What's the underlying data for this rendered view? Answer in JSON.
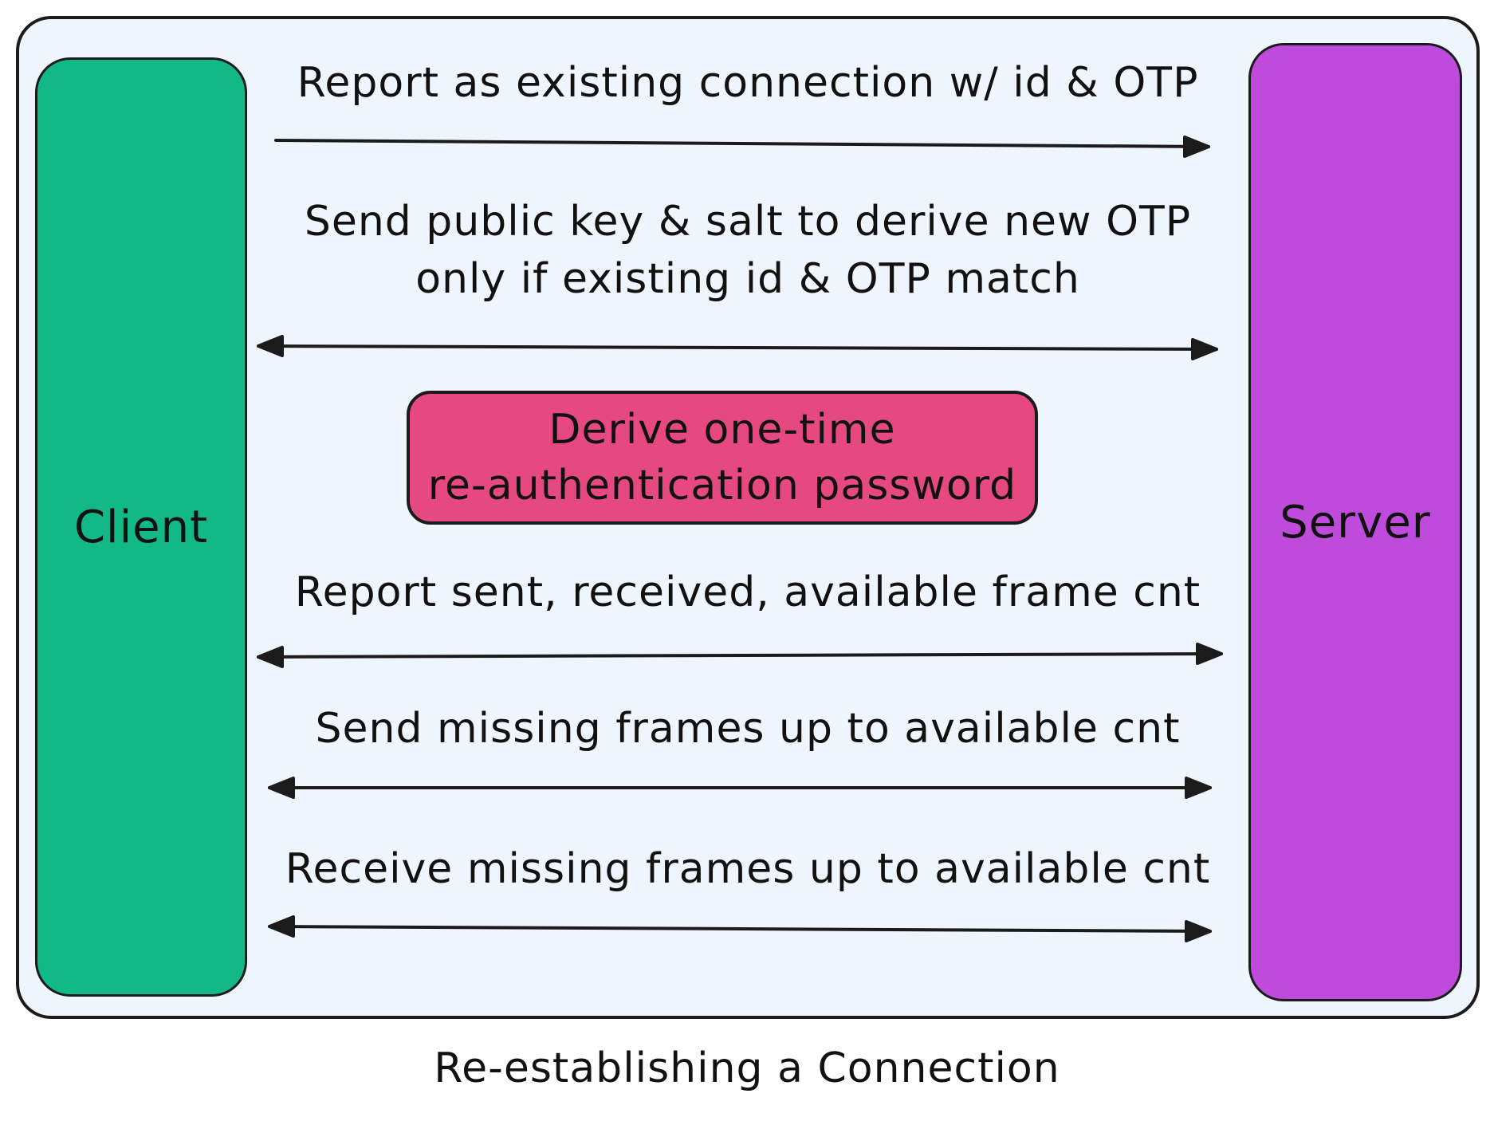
{
  "title": "Re-establishing a Connection",
  "colors": {
    "frame_fill": "#eef5fc",
    "client_fill": "#12b886",
    "server_fill": "#be4bdb",
    "derive_fill": "#e64980",
    "stroke": "#1b1b1b"
  },
  "lanes": {
    "client": {
      "label": "Client"
    },
    "server": {
      "label": "Server"
    }
  },
  "messages": [
    {
      "id": "msg-1",
      "lines": [
        "Report as existing connection w/ id & OTP"
      ],
      "direction": "client-to-server"
    },
    {
      "id": "msg-2",
      "lines": [
        "Send public key & salt to derive new OTP",
        "only if existing id & OTP match"
      ],
      "direction": "bidirectional"
    },
    {
      "id": "msg-3",
      "lines": [
        "Report sent, received, available frame cnt"
      ],
      "direction": "bidirectional"
    },
    {
      "id": "msg-4",
      "lines": [
        "Send missing frames up to available cnt"
      ],
      "direction": "bidirectional"
    },
    {
      "id": "msg-5",
      "lines": [
        "Receive missing frames up to available cnt"
      ],
      "direction": "bidirectional"
    }
  ],
  "derive_step": {
    "line1": "Derive one-time",
    "line2": "re-authentication password"
  }
}
